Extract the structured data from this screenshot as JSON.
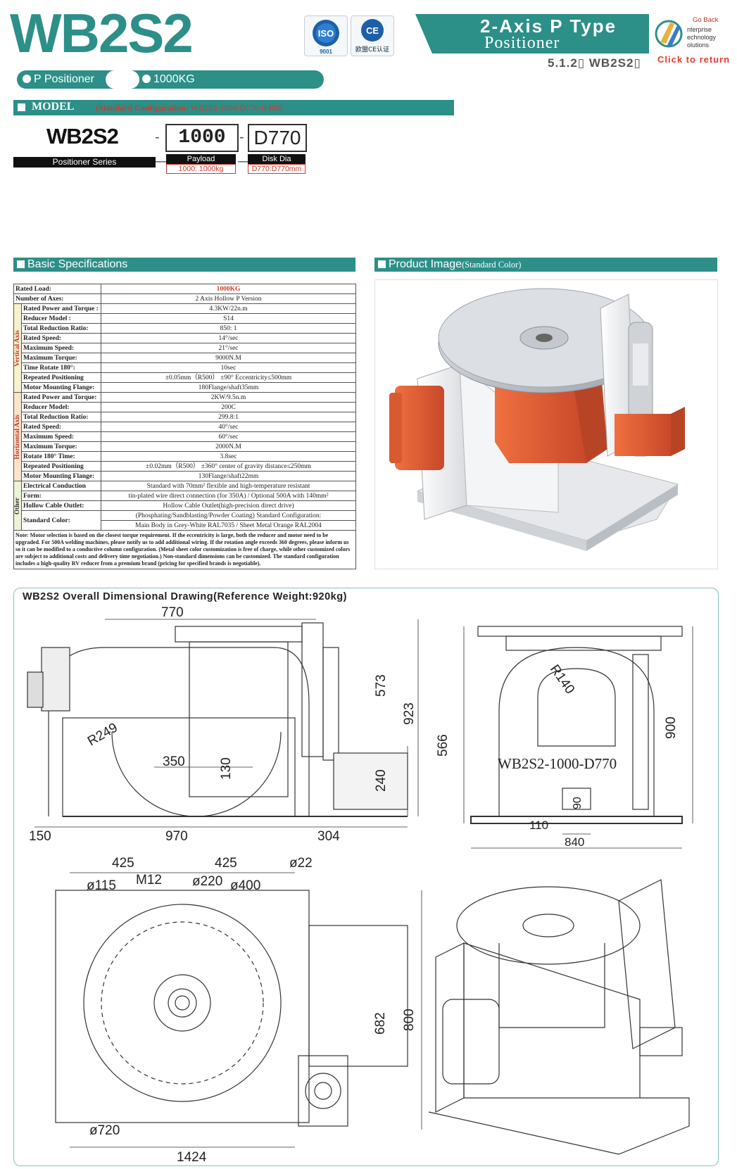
{
  "header": {
    "title": "WB2S2",
    "cert_iso_label": "ISO",
    "cert_iso_code": "9001",
    "cert_ce_label": "CE",
    "cert_ce_text": "欧盟CE认证",
    "type_line1": "2-Axis P Type",
    "type_line2": "Positioner",
    "section_no": "5.1.2▯ WB2S2▯",
    "goback_text": "Go Back",
    "goback_logo_lines": [
      "nterprise",
      "echnology",
      "olutions"
    ],
    "click_return": "Click to return"
  },
  "pills": {
    "category": "P Positioner",
    "payload": "1000KG"
  },
  "model": {
    "label": "MODEL",
    "std_prefix": "(Standard Configuration: ",
    "std_value": "WB2S2-1000-D770-R400)",
    "code": "WB2S2",
    "payload_code": "1000",
    "disk_code": "D770",
    "series_label": "Positioner Series",
    "payload_tag": "Payload",
    "payload_desc": "1000: 1000kg",
    "disk_tag": "Disk Dia",
    "disk_desc": "D770:D770mm",
    "dash": "-",
    "long_dash": "—"
  },
  "specs_section": {
    "title": "Basic Specifications",
    "rated_load_label": "Rated Load:",
    "rated_load_value": "1000KG",
    "axes_label": "Number of Axes:",
    "axes_value": "2 Axis Hollow P Version",
    "vertical_label": "Vertical Axis",
    "vertical": [
      {
        "k": "Rated Power and Torque :",
        "v": "4.3KW/22n.m"
      },
      {
        "k": "Reducer Model :",
        "v": "S14"
      },
      {
        "k": "Total Reduction Ratio:",
        "v": "850: 1"
      },
      {
        "k": "Rated Speed:",
        "v": "14°/sec"
      },
      {
        "k": "Maximum Speed:",
        "v": "21°/sec"
      },
      {
        "k": "Maximum Torque:",
        "v": "9000N.M"
      },
      {
        "k": "Time Rotate 180°:",
        "v": "10sec"
      },
      {
        "k": "Repeated Positioning",
        "v": "±0.05mm（R500） ±90°  Eccentricity≤500mm"
      },
      {
        "k": "Motor Mounting Flange:",
        "v": "180Flange/shaft35mm"
      }
    ],
    "horizontal_label": "Horizontal Axis",
    "horizontal": [
      {
        "k": "Rated Power and Torque:",
        "v": "2KW/9.5n.m"
      },
      {
        "k": "Reducer Model:",
        "v": "200C"
      },
      {
        "k": "Total Reduction Ratio:",
        "v": "299.8:1"
      },
      {
        "k": "Rated Speed:",
        "v": "40°/sec"
      },
      {
        "k": "Maximum Speed:",
        "v": "60°/sec"
      },
      {
        "k": "Maximum Torque:",
        "v": "2000N.M"
      },
      {
        "k": "Rotate 180° Time:",
        "v": "3.8sec"
      },
      {
        "k": "Repeated Positioning",
        "v": "±0.02mm（R500） ±360°  center of gravity distance≤250mm"
      },
      {
        "k": "Motor Mounting Flange:",
        "v": "130Flange/shaft22mm"
      }
    ],
    "other_label": "Other",
    "other_elec_k1": "Electrical Conduction",
    "other_elec_k2": "Form:",
    "other_elec_v1": "Standard with 70mm² flexible and high-temperature resistant",
    "other_elec_v2": "tin-plated wire direct connection (for 350A) / Optional 500A with 140mm²",
    "other_cable_k": "Hollow Cable Outlet:",
    "other_cable_v": "Hollow Cable Outlet(high-precision direct drive)",
    "other_color_k": "Standard Color:",
    "other_color_v1": "(Phosphating/Sandblasting/Powder Coating) Standard Configuration:",
    "other_color_v2": "Main Body in Grey-White RAL7035 / Sheet Metal Orange RAL2004",
    "note": "Note: Motor selection is based on the closest torque requirement. If the eccentricity is large, both the reducer and motor need to be upgraded. For 500A welding machines, please notify us to add additional wiring. If the rotation angle exceeds 360 degrees, please inform us so it can be modified to a conductive column configuration. (Metal sheet color customization is free of charge, while other customized colors are subject to additional costs and delivery time negotiation.) Non-standard dimensions can be customized. The standard configuration includes a high-quality RV reducer from a premium brand (pricing for specified brands is negotiable)."
  },
  "image_section": {
    "title": "Product Image",
    "title_suffix": "(Standard Color)"
  },
  "drawing_section": {
    "title": "WB2S2 Overall Dimensional Drawing(Reference Weight:920kg)",
    "front_dims": {
      "top": "770",
      "r249": "R249",
      "w350": "350",
      "h130": "130",
      "h240": "240",
      "h573": "573",
      "h923": "923",
      "left150": "150",
      "w970": "970",
      "right304": "304"
    },
    "side_dims": {
      "r140": "R140",
      "h566": "566",
      "h900": "900",
      "h90": "90",
      "w110": "110",
      "w840": "840",
      "model": "WB2S2-1000-D770"
    },
    "top_dims": {
      "w425a": "425",
      "w425b": "425",
      "d22": "ø22",
      "m12": "M12",
      "d115": "ø115",
      "d220": "ø220",
      "d400": "ø400",
      "h682": "682",
      "h800": "800",
      "d720": "ø720",
      "w1424": "1424"
    }
  },
  "colors": {
    "teal": "#2c8f88",
    "orange": "#e8643a",
    "red_text": "#d23a2a",
    "line": "#333333"
  }
}
